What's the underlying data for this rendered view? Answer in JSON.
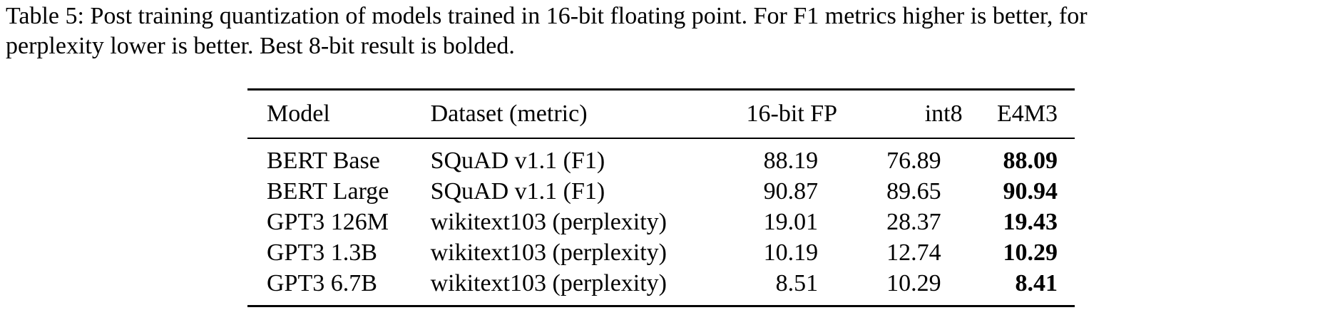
{
  "caption": {
    "line1": "Table 5: Post training quantization of models trained in 16-bit floating point.  For F1 metrics higher is better, for",
    "line2": "perplexity lower is better. Best 8-bit result is bolded."
  },
  "table": {
    "headers": {
      "model": "Model",
      "dataset": "Dataset (metric)",
      "fp16": "16-bit FP",
      "int8": "int8",
      "e4m3": "E4M3"
    },
    "rows": [
      {
        "model": "BERT Base",
        "dataset": "SQuAD v1.1 (F1)",
        "fp16": "88.19",
        "int8": "76.89",
        "e4m3": "88.09"
      },
      {
        "model": "BERT Large",
        "dataset": "SQuAD v1.1 (F1)",
        "fp16": "90.87",
        "int8": "89.65",
        "e4m3": "90.94"
      },
      {
        "model": "GPT3 126M",
        "dataset": "wikitext103 (perplexity)",
        "fp16": "19.01",
        "int8": "28.37",
        "e4m3": "19.43"
      },
      {
        "model": "GPT3 1.3B",
        "dataset": "wikitext103 (perplexity)",
        "fp16": "10.19",
        "int8": "12.74",
        "e4m3": "10.29"
      },
      {
        "model": "GPT3 6.7B",
        "dataset": "wikitext103 (perplexity)",
        "fp16": "8.51",
        "int8": "10.29",
        "e4m3": "8.41"
      }
    ]
  }
}
